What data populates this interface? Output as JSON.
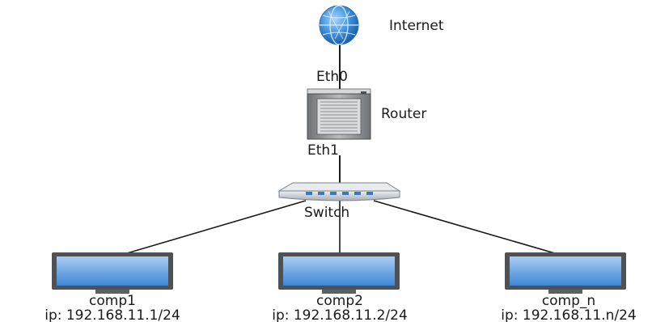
{
  "labels": {
    "internet": "Internet",
    "eth0": "Eth0",
    "router": "Router",
    "eth1": "Eth1",
    "switch": "Switch"
  },
  "computers": [
    {
      "name": "comp1",
      "ip": "ip: 192.168.11.1/24"
    },
    {
      "name": "comp2",
      "ip": "ip: 192.168.11.2/24"
    },
    {
      "name": "comp_n",
      "ip": "ip: 192.168.11.n/24"
    }
  ],
  "colors": {
    "screen": "#4a8fd8",
    "screen_light": "#9cc6ee",
    "bezel": "#4f5254",
    "globe": "#3d8fdc",
    "router_body": "#8a8c8f",
    "link": "#1a1a1a"
  }
}
